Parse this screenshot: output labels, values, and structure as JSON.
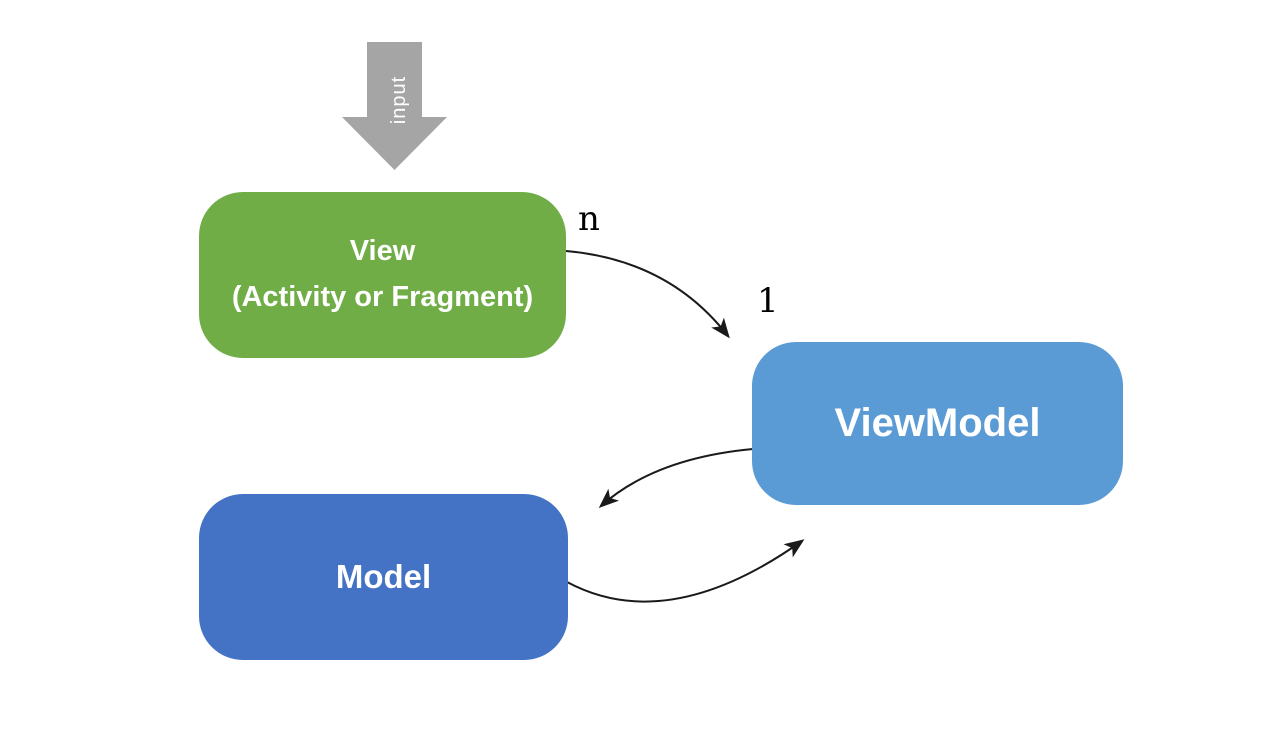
{
  "input_arrow": {
    "label": "input",
    "fill": "#a5a5a5",
    "label_color": "#ffffff"
  },
  "nodes": {
    "view": {
      "line1": "View",
      "line2": "(Activity or Fragment)",
      "fill": "#70ad47",
      "text_color": "#ffffff"
    },
    "viewmodel": {
      "label": "ViewModel",
      "fill": "#5b9bd5",
      "text_color": "#ffffff"
    },
    "model": {
      "label": "Model",
      "fill": "#4472c4",
      "text_color": "#ffffff"
    }
  },
  "edge_labels": {
    "n": "n",
    "one": "1"
  },
  "edges": {
    "color": "#1a1a1a"
  }
}
